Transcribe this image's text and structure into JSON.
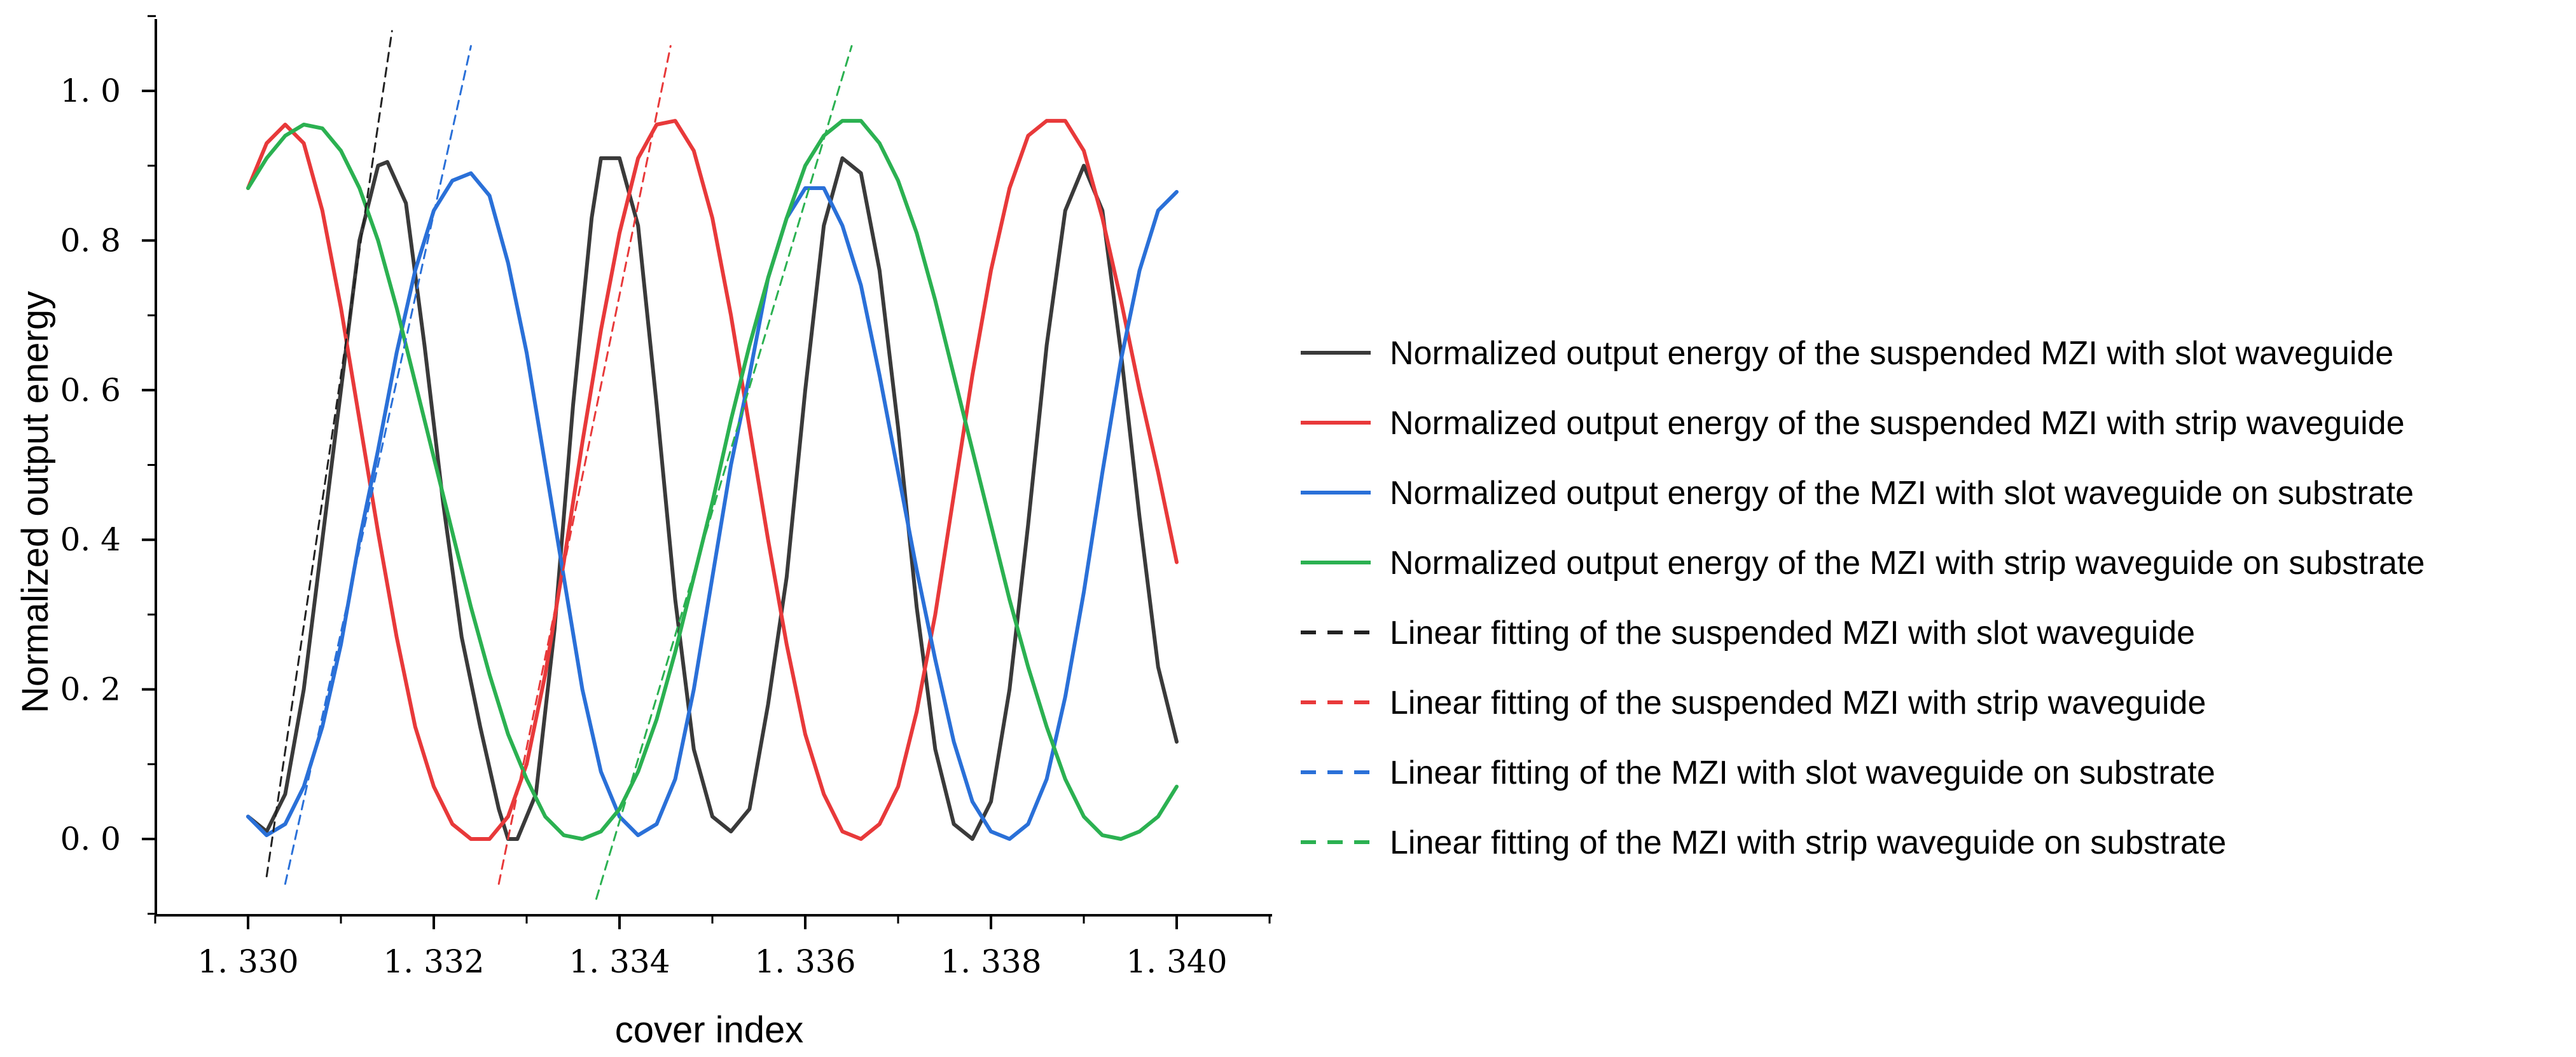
{
  "chart_data": {
    "type": "line",
    "xlabel": "cover index",
    "ylabel": "Normalized output energy",
    "xlim": [
      1.3289,
      1.3412
    ],
    "ylim": [
      -0.1,
      1.1
    ],
    "x_ticks": [
      1.33,
      1.332,
      1.334,
      1.336,
      1.338,
      1.34
    ],
    "x_tick_labels": [
      "1. 330",
      "1. 332",
      "1. 334",
      "1. 336",
      "1. 338",
      "1. 340"
    ],
    "y_ticks": [
      0.0,
      0.2,
      0.4,
      0.6,
      0.8,
      1.0
    ],
    "y_tick_labels": [
      "0. 0",
      "0. 2",
      "0. 4",
      "0. 6",
      "0. 8",
      "1. 0"
    ],
    "grid": false,
    "legend_position": "right",
    "series": [
      {
        "name": "Normalized output energy of the suspended MZI with slot waveguide",
        "color": "#3a3a3a",
        "style": "solid",
        "points": [
          [
            1.33,
            0.03
          ],
          [
            1.3302,
            0.01
          ],
          [
            1.3304,
            0.06
          ],
          [
            1.3306,
            0.2
          ],
          [
            1.3308,
            0.4
          ],
          [
            1.331,
            0.6
          ],
          [
            1.3312,
            0.8
          ],
          [
            1.3314,
            0.9
          ],
          [
            1.3315,
            0.905
          ],
          [
            1.3317,
            0.85
          ],
          [
            1.3319,
            0.66
          ],
          [
            1.3321,
            0.45
          ],
          [
            1.3323,
            0.27
          ],
          [
            1.3325,
            0.15
          ],
          [
            1.3327,
            0.04
          ],
          [
            1.3328,
            0.0
          ],
          [
            1.3329,
            0.0
          ],
          [
            1.3331,
            0.06
          ],
          [
            1.3333,
            0.28
          ],
          [
            1.3335,
            0.58
          ],
          [
            1.3337,
            0.83
          ],
          [
            1.3338,
            0.91
          ],
          [
            1.334,
            0.91
          ],
          [
            1.3342,
            0.82
          ],
          [
            1.3344,
            0.58
          ],
          [
            1.3346,
            0.32
          ],
          [
            1.3348,
            0.12
          ],
          [
            1.335,
            0.03
          ],
          [
            1.3352,
            0.01
          ],
          [
            1.3354,
            0.04
          ],
          [
            1.3356,
            0.18
          ],
          [
            1.3358,
            0.35
          ],
          [
            1.336,
            0.6
          ],
          [
            1.3362,
            0.82
          ],
          [
            1.3364,
            0.91
          ],
          [
            1.3366,
            0.89
          ],
          [
            1.3368,
            0.76
          ],
          [
            1.337,
            0.55
          ],
          [
            1.3372,
            0.31
          ],
          [
            1.3374,
            0.12
          ],
          [
            1.3376,
            0.02
          ],
          [
            1.3378,
            0.0
          ],
          [
            1.338,
            0.05
          ],
          [
            1.3382,
            0.2
          ],
          [
            1.3384,
            0.42
          ],
          [
            1.3386,
            0.66
          ],
          [
            1.3388,
            0.84
          ],
          [
            1.339,
            0.9
          ],
          [
            1.3392,
            0.84
          ],
          [
            1.3394,
            0.65
          ],
          [
            1.3396,
            0.43
          ],
          [
            1.3398,
            0.23
          ],
          [
            1.34,
            0.13
          ]
        ]
      },
      {
        "name": "Normalized output energy of the suspended MZI with strip waveguide",
        "color": "#e8393a",
        "style": "solid",
        "points": [
          [
            1.33,
            0.87
          ],
          [
            1.3302,
            0.93
          ],
          [
            1.3304,
            0.955
          ],
          [
            1.3306,
            0.93
          ],
          [
            1.3308,
            0.84
          ],
          [
            1.331,
            0.71
          ],
          [
            1.3312,
            0.56
          ],
          [
            1.3314,
            0.41
          ],
          [
            1.3316,
            0.27
          ],
          [
            1.3318,
            0.15
          ],
          [
            1.332,
            0.07
          ],
          [
            1.3322,
            0.02
          ],
          [
            1.3324,
            0.0
          ],
          [
            1.3326,
            0.0
          ],
          [
            1.3328,
            0.03
          ],
          [
            1.333,
            0.1
          ],
          [
            1.3332,
            0.22
          ],
          [
            1.3334,
            0.37
          ],
          [
            1.3336,
            0.53
          ],
          [
            1.3338,
            0.68
          ],
          [
            1.334,
            0.81
          ],
          [
            1.3342,
            0.91
          ],
          [
            1.3344,
            0.955
          ],
          [
            1.3346,
            0.96
          ],
          [
            1.3348,
            0.92
          ],
          [
            1.335,
            0.83
          ],
          [
            1.3352,
            0.7
          ],
          [
            1.3354,
            0.55
          ],
          [
            1.3356,
            0.4
          ],
          [
            1.3358,
            0.26
          ],
          [
            1.336,
            0.14
          ],
          [
            1.3362,
            0.06
          ],
          [
            1.3364,
            0.01
          ],
          [
            1.3366,
            0.0
          ],
          [
            1.3368,
            0.02
          ],
          [
            1.337,
            0.07
          ],
          [
            1.3372,
            0.17
          ],
          [
            1.3374,
            0.3
          ],
          [
            1.3376,
            0.46
          ],
          [
            1.3378,
            0.62
          ],
          [
            1.338,
            0.76
          ],
          [
            1.3382,
            0.87
          ],
          [
            1.3384,
            0.94
          ],
          [
            1.3386,
            0.96
          ],
          [
            1.3388,
            0.96
          ],
          [
            1.339,
            0.92
          ],
          [
            1.3392,
            0.83
          ],
          [
            1.3394,
            0.72
          ],
          [
            1.3396,
            0.6
          ],
          [
            1.3398,
            0.49
          ],
          [
            1.34,
            0.37
          ]
        ]
      },
      {
        "name": "Normalized output energy of the MZI with slot waveguide on substrate",
        "color": "#2a70d8",
        "style": "solid",
        "points": [
          [
            1.33,
            0.03
          ],
          [
            1.3302,
            0.005
          ],
          [
            1.3304,
            0.02
          ],
          [
            1.3306,
            0.07
          ],
          [
            1.3308,
            0.15
          ],
          [
            1.331,
            0.26
          ],
          [
            1.3312,
            0.4
          ],
          [
            1.3314,
            0.52
          ],
          [
            1.3316,
            0.65
          ],
          [
            1.3318,
            0.76
          ],
          [
            1.332,
            0.84
          ],
          [
            1.3322,
            0.88
          ],
          [
            1.3324,
            0.89
          ],
          [
            1.3326,
            0.86
          ],
          [
            1.3328,
            0.77
          ],
          [
            1.333,
            0.65
          ],
          [
            1.3332,
            0.5
          ],
          [
            1.3334,
            0.35
          ],
          [
            1.3336,
            0.2
          ],
          [
            1.3338,
            0.09
          ],
          [
            1.334,
            0.03
          ],
          [
            1.3342,
            0.005
          ],
          [
            1.3344,
            0.02
          ],
          [
            1.3346,
            0.08
          ],
          [
            1.3348,
            0.2
          ],
          [
            1.335,
            0.35
          ],
          [
            1.3352,
            0.5
          ],
          [
            1.3354,
            0.62
          ],
          [
            1.3356,
            0.75
          ],
          [
            1.3358,
            0.83
          ],
          [
            1.336,
            0.87
          ],
          [
            1.3362,
            0.87
          ],
          [
            1.3364,
            0.82
          ],
          [
            1.3366,
            0.74
          ],
          [
            1.3368,
            0.62
          ],
          [
            1.337,
            0.49
          ],
          [
            1.3372,
            0.36
          ],
          [
            1.3374,
            0.24
          ],
          [
            1.3376,
            0.13
          ],
          [
            1.3378,
            0.05
          ],
          [
            1.338,
            0.01
          ],
          [
            1.3382,
            0.0
          ],
          [
            1.3384,
            0.02
          ],
          [
            1.3386,
            0.08
          ],
          [
            1.3388,
            0.19
          ],
          [
            1.339,
            0.33
          ],
          [
            1.3392,
            0.49
          ],
          [
            1.3394,
            0.64
          ],
          [
            1.3396,
            0.76
          ],
          [
            1.3398,
            0.84
          ],
          [
            1.34,
            0.865
          ]
        ]
      },
      {
        "name": "Normalized output energy of the MZI with strip waveguide on substrate",
        "color": "#2bb151",
        "style": "solid",
        "points": [
          [
            1.33,
            0.87
          ],
          [
            1.3302,
            0.91
          ],
          [
            1.3304,
            0.94
          ],
          [
            1.3306,
            0.955
          ],
          [
            1.3308,
            0.95
          ],
          [
            1.331,
            0.92
          ],
          [
            1.3312,
            0.87
          ],
          [
            1.3314,
            0.8
          ],
          [
            1.3316,
            0.71
          ],
          [
            1.3318,
            0.61
          ],
          [
            1.332,
            0.51
          ],
          [
            1.3322,
            0.41
          ],
          [
            1.3324,
            0.31
          ],
          [
            1.3326,
            0.22
          ],
          [
            1.3328,
            0.14
          ],
          [
            1.333,
            0.08
          ],
          [
            1.3332,
            0.03
          ],
          [
            1.3334,
            0.005
          ],
          [
            1.3336,
            0.0
          ],
          [
            1.3338,
            0.01
          ],
          [
            1.334,
            0.04
          ],
          [
            1.3342,
            0.09
          ],
          [
            1.3344,
            0.16
          ],
          [
            1.3346,
            0.25
          ],
          [
            1.3348,
            0.35
          ],
          [
            1.335,
            0.45
          ],
          [
            1.3352,
            0.56
          ],
          [
            1.3354,
            0.66
          ],
          [
            1.3356,
            0.75
          ],
          [
            1.3358,
            0.83
          ],
          [
            1.336,
            0.9
          ],
          [
            1.3362,
            0.94
          ],
          [
            1.3364,
            0.96
          ],
          [
            1.3366,
            0.96
          ],
          [
            1.3368,
            0.93
          ],
          [
            1.337,
            0.88
          ],
          [
            1.3372,
            0.81
          ],
          [
            1.3374,
            0.72
          ],
          [
            1.3376,
            0.62
          ],
          [
            1.3378,
            0.52
          ],
          [
            1.338,
            0.42
          ],
          [
            1.3382,
            0.32
          ],
          [
            1.3384,
            0.23
          ],
          [
            1.3386,
            0.15
          ],
          [
            1.3388,
            0.08
          ],
          [
            1.339,
            0.03
          ],
          [
            1.3392,
            0.005
          ],
          [
            1.3394,
            0.0
          ],
          [
            1.3396,
            0.01
          ],
          [
            1.3398,
            0.03
          ],
          [
            1.34,
            0.07
          ]
        ]
      },
      {
        "name": "Linear fitting of the suspended MZI with slot waveguide",
        "color": "#222222",
        "style": "dashed",
        "points": [
          [
            1.3302,
            -0.05
          ],
          [
            1.33155,
            1.08
          ]
        ]
      },
      {
        "name": "Linear fitting of the suspended MZI with strip waveguide",
        "color": "#e8393a",
        "style": "dashed",
        "points": [
          [
            1.3327,
            -0.06
          ],
          [
            1.33455,
            1.06
          ]
        ]
      },
      {
        "name": "Linear fitting of the MZI with slot waveguide on substrate",
        "color": "#2a70d8",
        "style": "dashed",
        "points": [
          [
            1.3304,
            -0.06
          ],
          [
            1.3324,
            1.06
          ]
        ]
      },
      {
        "name": "Linear fitting of the MZI with strip waveguide on substrate",
        "color": "#2bb151",
        "style": "dashed",
        "points": [
          [
            1.33375,
            -0.08
          ],
          [
            1.3365,
            1.06
          ]
        ]
      }
    ]
  }
}
